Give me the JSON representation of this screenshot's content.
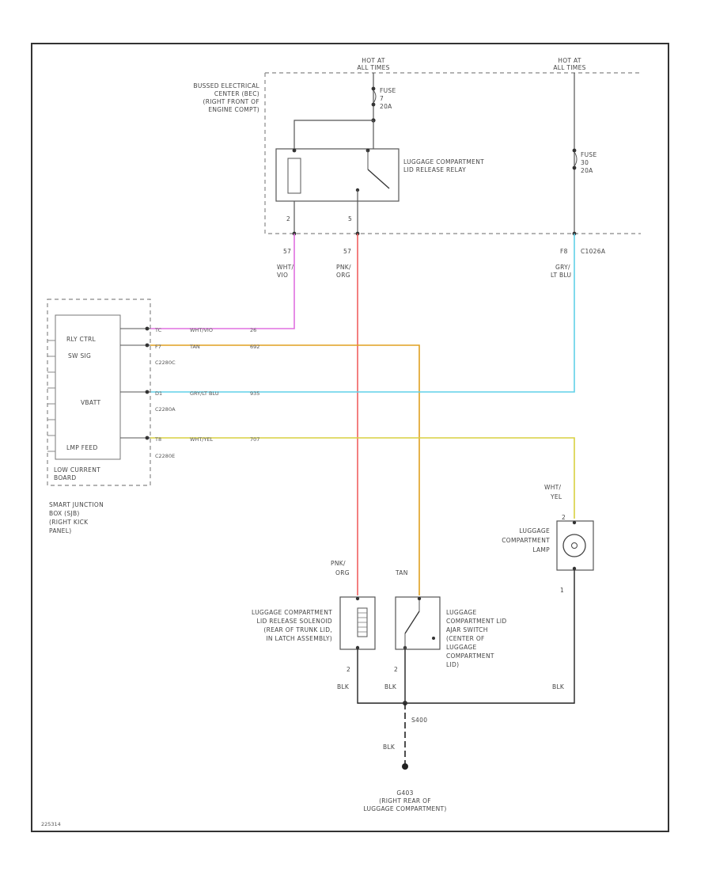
{
  "hot_left": [
    "HOT AT",
    "ALL TIMES"
  ],
  "hot_right": [
    "HOT AT",
    "ALL TIMES"
  ],
  "power_center": [
    "BUSSED ELECTRICAL",
    "CENTER (BEC)",
    "(RIGHT FRONT OF",
    "ENGINE COMPT)"
  ],
  "fuse_left": [
    "FUSE",
    "7",
    "20A"
  ],
  "fuse_right": [
    "FUSE",
    "30",
    "20A"
  ],
  "relay": [
    "LUGGAGE COMPARTMENT",
    "LID RELEASE RELAY"
  ],
  "relay_pin_left": "2",
  "relay_pin_right": "5",
  "circuit_vio": "57",
  "circuit_pnk": "57",
  "circuit_gry": "F8",
  "connector_top": "C1026A",
  "wire_vio_label": [
    "WHT/",
    "VIO"
  ],
  "wire_pnk_label": [
    "PNK/",
    "ORG"
  ],
  "wire_gry_label": [
    "GRY/",
    "LT BLU"
  ],
  "sjb_pins": [
    {
      "label": "RLY CTRL",
      "pin": "TC",
      "color": "WHT/VIO",
      "circuit": "26"
    },
    {
      "label": "SW SIG",
      "pin": "F7",
      "color": "TAN",
      "circuit": "692"
    },
    {
      "label": "VBATT",
      "pin": "D1",
      "color": "GRY/LT BLU",
      "circuit": "935"
    },
    {
      "label": "LMP FEED",
      "pin": "T8",
      "color": "WHT/YEL",
      "circuit": "707"
    }
  ],
  "sjb_connectors": [
    "C2280C",
    "C2280A",
    "C2280E"
  ],
  "sjb_board": [
    "LOW CURRENT",
    "BOARD"
  ],
  "sjb_name": [
    "SMART JUNCTION",
    "BOX (SJB)",
    "(RIGHT KICK",
    "PANEL)"
  ],
  "lamp_wire": [
    "WHT/",
    "YEL"
  ],
  "lamp_pin_top": "2",
  "lamp_pin_bottom": "1",
  "lamp": [
    "LUGGAGE",
    "COMPARTMENT",
    "LAMP"
  ],
  "solenoid_wire": [
    "PNK/",
    "ORG"
  ],
  "solenoid": [
    "LUGGAGE COMPARTMENT",
    "LID RELEASE SOLENOID",
    "(REAR OF TRUNK LID,",
    "IN LATCH ASSEMBLY)"
  ],
  "switch_wire": "TAN",
  "switch": [
    "LUGGAGE",
    "COMPARTMENT LID",
    "AJAR SWITCH",
    "(CENTER OF",
    "LUGGAGE",
    "COMPARTMENT",
    "LID)"
  ],
  "pin_solenoid_bottom": "2",
  "pin_switch_bottom": "2",
  "gnd_blk_left": "BLK",
  "gnd_blk_mid": "BLK",
  "gnd_blk_right": "BLK",
  "splice": "S400",
  "gnd_blk_lower": "BLK",
  "ground": [
    "G403",
    "(RIGHT REAR OF",
    "LUGGAGE COMPARTMENT)"
  ],
  "ref_code": "225314",
  "colors": {
    "vio": "#e070e0",
    "pnk": "#f06060",
    "tan": "#e0a020",
    "gry_blu": "#60d0e8",
    "yel": "#d8d040",
    "blk": "#222222"
  }
}
